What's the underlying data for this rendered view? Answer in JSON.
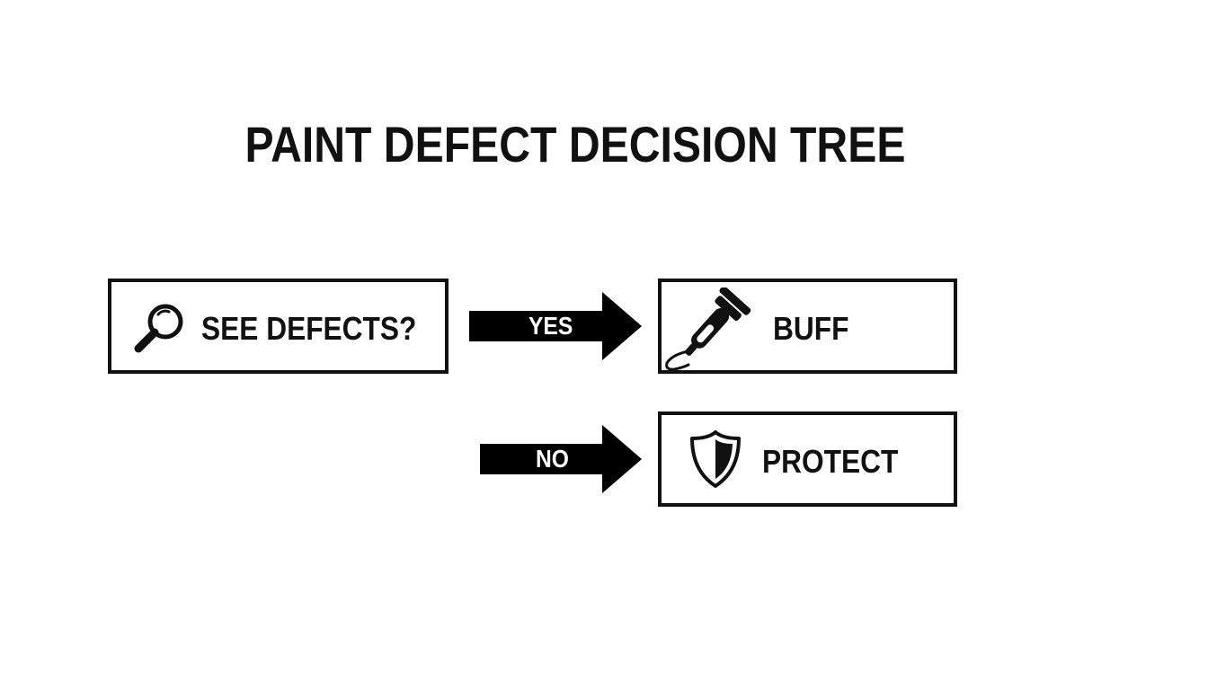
{
  "diagram": {
    "title": "PAINT DEFECT DECISION TREE",
    "decision": {
      "label": "SEE DEFECTS?",
      "icon": "magnifying-glass-icon"
    },
    "branches": [
      {
        "arrow_label": "YES",
        "outcome": {
          "label": "BUFF",
          "icon": "buffer-tool-icon"
        }
      },
      {
        "arrow_label": "NO",
        "outcome": {
          "label": "PROTECT",
          "icon": "shield-icon"
        }
      }
    ],
    "colors": {
      "stroke": "#111111",
      "background": "#ffffff",
      "arrow_fill": "#000000",
      "arrow_text": "#ffffff"
    }
  }
}
